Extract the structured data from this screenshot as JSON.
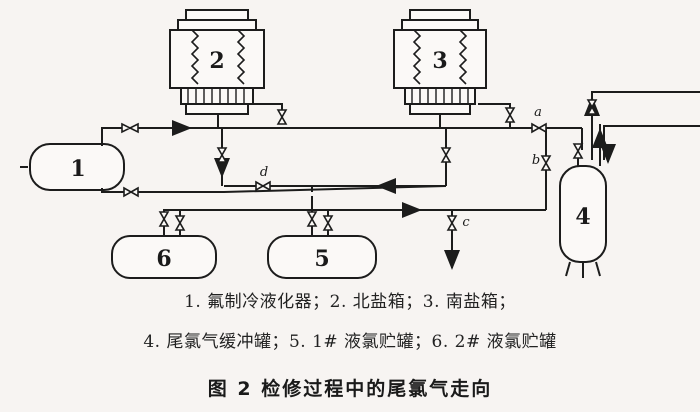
{
  "diagram": {
    "equipment_labels": {
      "fluorine_liquefier": "1",
      "north_salt_tank": "2",
      "south_salt_tank": "3",
      "tail_gas_buffer": "4",
      "liquid_chlorine_tank_1": "5",
      "liquid_chlorine_tank_2": "6"
    },
    "valve_labels": {
      "a": "a",
      "b": "b",
      "c": "c",
      "d": "d"
    }
  },
  "legend": {
    "line1": "1. 氟制冷液化器；2. 北盐箱；3. 南盐箱；",
    "line2": "4. 尾氯气缓冲罐；5. 1# 液氯贮罐；6. 2# 液氯贮罐"
  },
  "caption": "图 2   检修过程中的尾氯气走向",
  "colors": {
    "ink": "#1c1c1c",
    "background": "#f7f4f2"
  }
}
